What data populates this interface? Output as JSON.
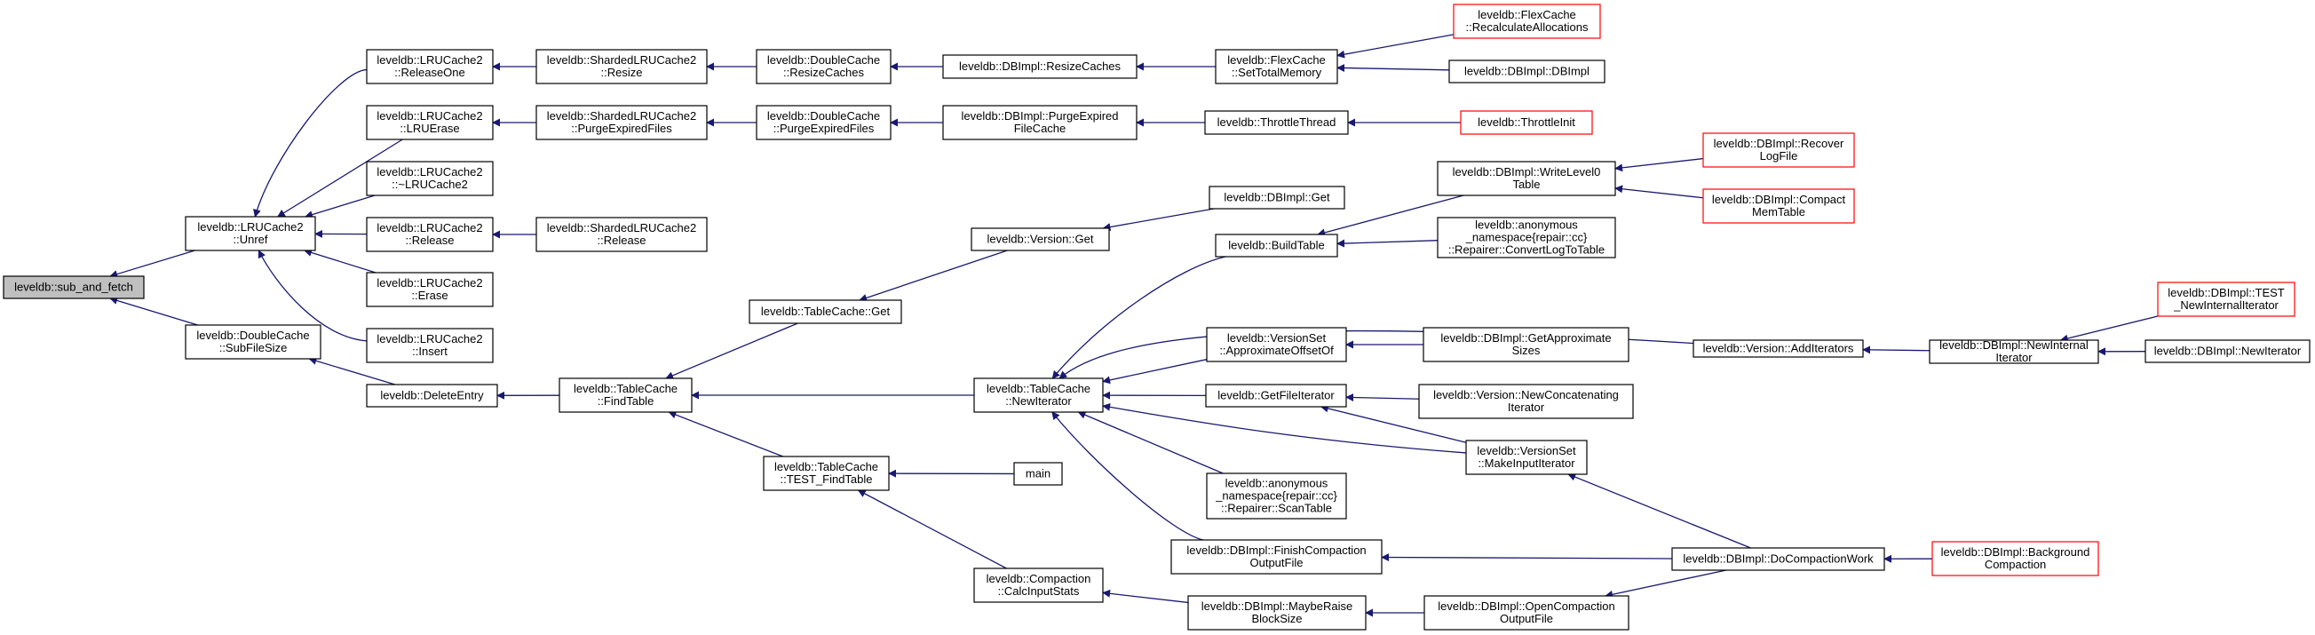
{
  "colors": {
    "edge": "#191970",
    "box_border": "#000000",
    "truncated_border": "#ff0000",
    "root_fill": "#bfbfbf",
    "background": "#ffffff"
  },
  "nodes": [
    {
      "id": "sub_and_fetch",
      "lines": [
        "leveldb::sub_and_fetch"
      ],
      "style": "root"
    },
    {
      "id": "unref",
      "lines": [
        "leveldb::LRUCache2",
        "::Unref"
      ]
    },
    {
      "id": "subfilesize",
      "lines": [
        "leveldb::DoubleCache",
        "::SubFileSize"
      ]
    },
    {
      "id": "releaseone",
      "lines": [
        "leveldb::LRUCache2",
        "::ReleaseOne"
      ]
    },
    {
      "id": "lruerase",
      "lines": [
        "leveldb::LRUCache2",
        "::LRUErase"
      ]
    },
    {
      "id": "dtor",
      "lines": [
        "leveldb::LRUCache2",
        "::~LRUCache2"
      ]
    },
    {
      "id": "release",
      "lines": [
        "leveldb::LRUCache2",
        "::Release"
      ]
    },
    {
      "id": "erase",
      "lines": [
        "leveldb::LRUCache2",
        "::Erase"
      ]
    },
    {
      "id": "insert",
      "lines": [
        "leveldb::LRUCache2",
        "::Insert"
      ]
    },
    {
      "id": "deleteentry",
      "lines": [
        "leveldb::DeleteEntry"
      ]
    },
    {
      "id": "s_resize",
      "lines": [
        "leveldb::ShardedLRUCache2",
        "::Resize"
      ]
    },
    {
      "id": "s_purge",
      "lines": [
        "leveldb::ShardedLRUCache2",
        "::PurgeExpiredFiles"
      ]
    },
    {
      "id": "s_release",
      "lines": [
        "leveldb::ShardedLRUCache2",
        "::Release"
      ]
    },
    {
      "id": "findtable",
      "lines": [
        "leveldb::TableCache",
        "::FindTable"
      ]
    },
    {
      "id": "dc_resize",
      "lines": [
        "leveldb::DoubleCache",
        "::ResizeCaches"
      ]
    },
    {
      "id": "dc_purge",
      "lines": [
        "leveldb::DoubleCache",
        "::PurgeExpiredFiles"
      ]
    },
    {
      "id": "tc_get",
      "lines": [
        "leveldb::TableCache::Get"
      ]
    },
    {
      "id": "test_findtable",
      "lines": [
        "leveldb::TableCache",
        "::TEST_FindTable"
      ]
    },
    {
      "id": "calcinput",
      "lines": [
        "leveldb::Compaction",
        "::CalcInputStats"
      ]
    },
    {
      "id": "db_resize",
      "lines": [
        "leveldb::DBImpl::ResizeCaches"
      ]
    },
    {
      "id": "db_purge",
      "lines": [
        "leveldb::DBImpl::PurgeExpired",
        "FileCache"
      ]
    },
    {
      "id": "v_get",
      "lines": [
        "leveldb::Version::Get"
      ]
    },
    {
      "id": "newiter",
      "lines": [
        "leveldb::TableCache",
        "::NewIterator"
      ]
    },
    {
      "id": "main",
      "lines": [
        "main"
      ]
    },
    {
      "id": "settotal",
      "lines": [
        "leveldb::FlexCache",
        "::SetTotalMemory"
      ]
    },
    {
      "id": "throttlethread",
      "lines": [
        "leveldb::ThrottleThread"
      ]
    },
    {
      "id": "db_get",
      "lines": [
        "leveldb::DBImpl::Get"
      ]
    },
    {
      "id": "buildtable",
      "lines": [
        "leveldb::BuildTable"
      ]
    },
    {
      "id": "approx",
      "lines": [
        "leveldb::VersionSet",
        "::ApproximateOffsetOf"
      ]
    },
    {
      "id": "getfileiter",
      "lines": [
        "leveldb::GetFileIterator"
      ]
    },
    {
      "id": "scantable",
      "lines": [
        "leveldb::anonymous",
        "_namespace{repair::cc}",
        "::Repairer::ScanTable"
      ]
    },
    {
      "id": "finishcomp",
      "lines": [
        "leveldb::DBImpl::FinishCompaction",
        "OutputFile"
      ]
    },
    {
      "id": "maybeblock",
      "lines": [
        "leveldb::DBImpl::MaybeRaise",
        "BlockSize"
      ]
    },
    {
      "id": "recalc",
      "lines": [
        "leveldb::FlexCache",
        "::RecalculateAllocations"
      ],
      "style": "red"
    },
    {
      "id": "dbimpl",
      "lines": [
        "leveldb::DBImpl::DBImpl"
      ]
    },
    {
      "id": "throttleinit",
      "lines": [
        "leveldb::ThrottleInit"
      ],
      "style": "red"
    },
    {
      "id": "writelevel0",
      "lines": [
        "leveldb::DBImpl::WriteLevel0",
        "Table"
      ]
    },
    {
      "id": "convertlog",
      "lines": [
        "leveldb::anonymous",
        "_namespace{repair::cc}",
        "::Repairer::ConvertLogToTable"
      ]
    },
    {
      "id": "getapprox",
      "lines": [
        "leveldb::DBImpl::GetApproximate",
        "Sizes"
      ]
    },
    {
      "id": "newconcat",
      "lines": [
        "leveldb::Version::NewConcatenating",
        "Iterator"
      ]
    },
    {
      "id": "makeinput",
      "lines": [
        "leveldb::VersionSet",
        "::MakeInputIterator"
      ]
    },
    {
      "id": "opencomp",
      "lines": [
        "leveldb::DBImpl::OpenCompaction",
        "OutputFile"
      ]
    },
    {
      "id": "recoverlog",
      "lines": [
        "leveldb::DBImpl::Recover",
        "LogFile"
      ],
      "style": "red"
    },
    {
      "id": "compactmem",
      "lines": [
        "leveldb::DBImpl::Compact",
        "MemTable"
      ],
      "style": "red"
    },
    {
      "id": "additer",
      "lines": [
        "leveldb::Version::AddIterators"
      ]
    },
    {
      "id": "docompaction",
      "lines": [
        "leveldb::DBImpl::DoCompactionWork"
      ]
    },
    {
      "id": "newinternal",
      "lines": [
        "leveldb::DBImpl::NewInternal",
        "Iterator"
      ]
    },
    {
      "id": "bgcompaction",
      "lines": [
        "leveldb::DBImpl::Background",
        "Compaction"
      ],
      "style": "red"
    },
    {
      "id": "test_newinternal",
      "lines": [
        "leveldb::DBImpl::TEST",
        "_NewInternalIterator"
      ],
      "style": "red"
    },
    {
      "id": "newiterator",
      "lines": [
        "leveldb::DBImpl::NewIterator"
      ]
    }
  ],
  "edges": [
    {
      "from": "unref",
      "to": "sub_and_fetch"
    },
    {
      "from": "subfilesize",
      "to": "sub_and_fetch"
    },
    {
      "from": "releaseone",
      "to": "unref"
    },
    {
      "from": "lruerase",
      "to": "unref"
    },
    {
      "from": "dtor",
      "to": "unref"
    },
    {
      "from": "release",
      "to": "unref"
    },
    {
      "from": "erase",
      "to": "unref"
    },
    {
      "from": "insert",
      "to": "unref"
    },
    {
      "from": "deleteentry",
      "to": "subfilesize"
    },
    {
      "from": "s_resize",
      "to": "releaseone"
    },
    {
      "from": "s_purge",
      "to": "lruerase"
    },
    {
      "from": "s_release",
      "to": "release"
    },
    {
      "from": "findtable",
      "to": "deleteentry"
    },
    {
      "from": "dc_resize",
      "to": "s_resize"
    },
    {
      "from": "dc_purge",
      "to": "s_purge"
    },
    {
      "from": "tc_get",
      "to": "findtable"
    },
    {
      "from": "newiter",
      "to": "findtable"
    },
    {
      "from": "test_findtable",
      "to": "findtable"
    },
    {
      "from": "db_resize",
      "to": "dc_resize"
    },
    {
      "from": "db_purge",
      "to": "dc_purge"
    },
    {
      "from": "v_get",
      "to": "tc_get"
    },
    {
      "from": "main",
      "to": "test_findtable"
    },
    {
      "from": "calcinput",
      "to": "test_findtable"
    },
    {
      "from": "maybeblock",
      "to": "calcinput"
    },
    {
      "from": "settotal",
      "to": "db_resize"
    },
    {
      "from": "throttlethread",
      "to": "db_purge"
    },
    {
      "from": "db_get",
      "to": "v_get"
    },
    {
      "from": "buildtable",
      "to": "newiter"
    },
    {
      "from": "additer",
      "to": "newiter"
    },
    {
      "from": "approx",
      "to": "newiter"
    },
    {
      "from": "getfileiter",
      "to": "newiter"
    },
    {
      "from": "makeinput",
      "to": "newiter"
    },
    {
      "from": "scantable",
      "to": "newiter"
    },
    {
      "from": "finishcomp",
      "to": "newiter"
    },
    {
      "from": "recalc",
      "to": "settotal"
    },
    {
      "from": "dbimpl",
      "to": "settotal"
    },
    {
      "from": "throttleinit",
      "to": "throttlethread"
    },
    {
      "from": "writelevel0",
      "to": "buildtable"
    },
    {
      "from": "convertlog",
      "to": "buildtable"
    },
    {
      "from": "getapprox",
      "to": "approx"
    },
    {
      "from": "newconcat",
      "to": "getfileiter"
    },
    {
      "from": "makeinput",
      "to": "getfileiter"
    },
    {
      "from": "docompaction",
      "to": "finishcomp"
    },
    {
      "from": "opencomp",
      "to": "maybeblock"
    },
    {
      "from": "recoverlog",
      "to": "writelevel0"
    },
    {
      "from": "compactmem",
      "to": "writelevel0"
    },
    {
      "from": "newinternal",
      "to": "additer"
    },
    {
      "from": "docompaction",
      "to": "makeinput"
    },
    {
      "from": "docompaction",
      "to": "opencomp"
    },
    {
      "from": "bgcompaction",
      "to": "docompaction"
    },
    {
      "from": "test_newinternal",
      "to": "newinternal"
    },
    {
      "from": "newiterator",
      "to": "newinternal"
    }
  ]
}
